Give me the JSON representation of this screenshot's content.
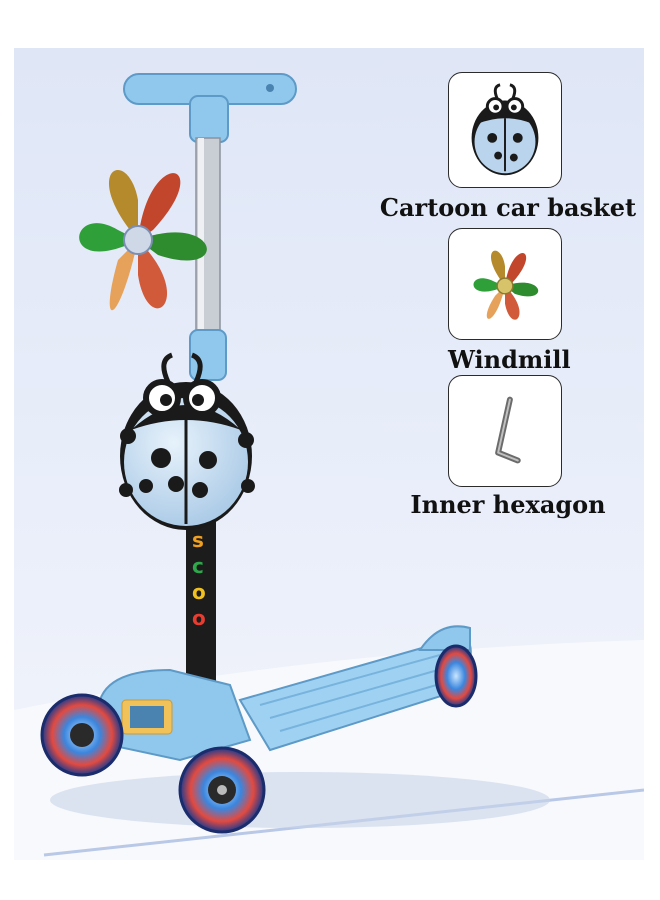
{
  "accessories": [
    {
      "caption": "Cartoon car basket",
      "icon": "ladybug-basket-icon"
    },
    {
      "caption": "Windmill",
      "icon": "windmill-icon"
    },
    {
      "caption": "Inner hexagon",
      "icon": "hex-key-icon"
    }
  ],
  "stem_logo": "scoo",
  "colors": {
    "scooter_blue": "#8fc8ec",
    "deck_blue": "#9fd2f2",
    "ladybug_black": "#1a1a1a",
    "wheel_glow_blue": "#2f7fd9",
    "wheel_glow_red": "#e8463c"
  }
}
